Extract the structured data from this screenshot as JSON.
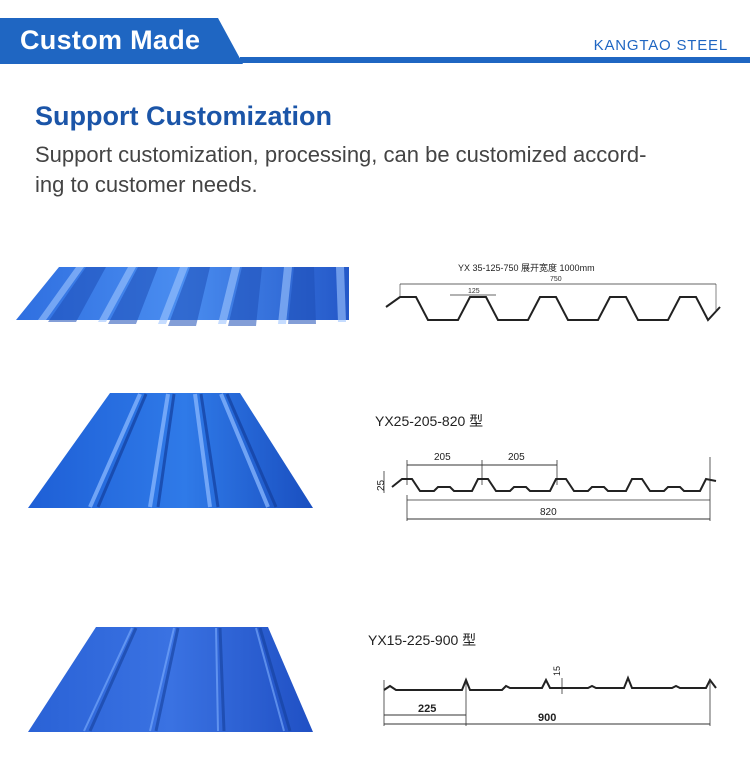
{
  "header": {
    "title": "Custom Made",
    "brand": "KANGTAO STEEL"
  },
  "section": {
    "title": "Support Customization",
    "description_line1": "Support customization, processing, can be customized accord-",
    "description_line2": "ing to customer needs."
  },
  "products": [
    {
      "photo_icon": "corrugated-sheet-trapezoid",
      "drawing_top_text": "YX 35-125-750  展开宽度  1000mm",
      "dimensions": [
        "125",
        "750"
      ]
    },
    {
      "photo_icon": "corrugated-sheet-ribbed",
      "model": "YX25-205-820 型",
      "dimensions": [
        "205",
        "205",
        "25",
        "820"
      ]
    },
    {
      "photo_icon": "corrugated-sheet-shallow",
      "model": "YX15-225-900 型",
      "dimensions": [
        "15",
        "225",
        "900"
      ]
    }
  ],
  "colors": {
    "brand_blue": "#1f66c2",
    "title_blue": "#1b55a8",
    "sheet_blue": "#2a5fd0"
  }
}
